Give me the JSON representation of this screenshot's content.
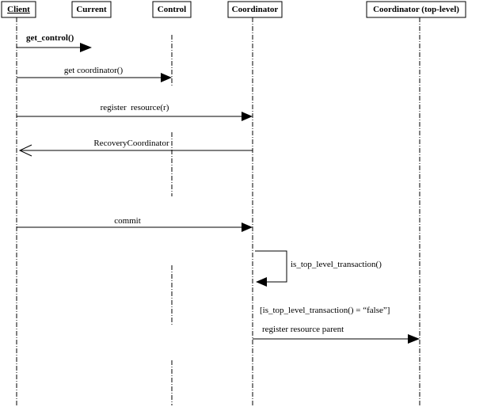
{
  "participants": [
    {
      "id": "client",
      "label": "Client"
    },
    {
      "id": "current",
      "label": "Current"
    },
    {
      "id": "control",
      "label": "Control"
    },
    {
      "id": "coordinator",
      "label": "Coordinator"
    },
    {
      "id": "coordinator_top",
      "label": "Coordinator (top-level)"
    }
  ],
  "messages": [
    {
      "label": "get_control()",
      "from": "client",
      "to": "current",
      "type": "sync"
    },
    {
      "label": "get coordinator()",
      "from": "client",
      "to": "control",
      "type": "sync"
    },
    {
      "label": "register  resource(r)",
      "from": "client",
      "to": "coordinator",
      "type": "sync"
    },
    {
      "label": "RecoveryCoordinator",
      "from": "coordinator",
      "to": "client",
      "type": "return"
    },
    {
      "label": "commit",
      "from": "client",
      "to": "coordinator",
      "type": "sync"
    },
    {
      "label": "is_top_level_transaction()",
      "from": "coordinator",
      "to": "coordinator",
      "type": "self"
    },
    {
      "label": "register resource parent",
      "from": "coordinator",
      "to": "coordinator_top",
      "type": "sync",
      "guard": "[is_top_level_transaction() = “false”]"
    }
  ]
}
